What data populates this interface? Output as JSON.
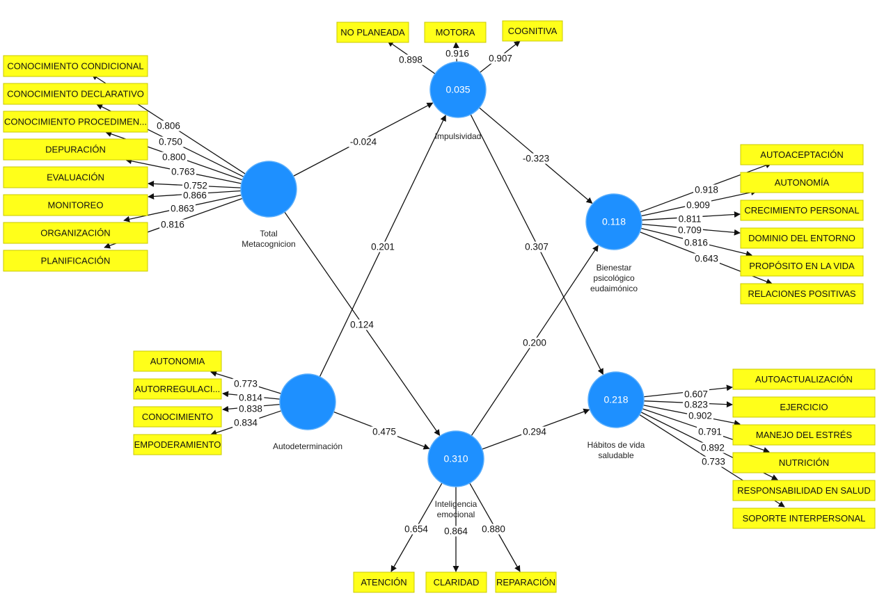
{
  "colors": {
    "latent": "#1e90ff",
    "latent_stroke": "#5aaefc",
    "indicator_fill": "#ffff1a",
    "indicator_stroke": "#c8c800",
    "line": "#111111",
    "background": "#ffffff"
  },
  "latents": [
    {
      "id": "tm",
      "name_lines": [
        "Total",
        "Metacognicion"
      ],
      "r2": ""
    },
    {
      "id": "imp",
      "name_lines": [
        "Impulsividad"
      ],
      "r2": "0.035"
    },
    {
      "id": "bp",
      "name_lines": [
        "Bienestar",
        "psicológico",
        "eudaimónico"
      ],
      "r2": "0.118"
    },
    {
      "id": "ad",
      "name_lines": [
        "Autodeterminación"
      ],
      "r2": ""
    },
    {
      "id": "ie",
      "name_lines": [
        "Inteligencia",
        "emocional"
      ],
      "r2": "0.310"
    },
    {
      "id": "hv",
      "name_lines": [
        "Hábitos de vida",
        "saludable"
      ],
      "r2": "0.218"
    }
  ],
  "indicators": [
    {
      "id": "cc",
      "latent": "tm",
      "label": "CONOCIMIENTO CONDICIONAL",
      "loading": "0.806"
    },
    {
      "id": "cd",
      "latent": "tm",
      "label": "CONOCIMIENTO DECLARATIVO",
      "loading": "0.750"
    },
    {
      "id": "cp",
      "latent": "tm",
      "label": "CONOCIMIENTO PROCEDIMEN...",
      "loading": "0.800"
    },
    {
      "id": "dep",
      "latent": "tm",
      "label": "DEPURACIÓN",
      "loading": "0.763"
    },
    {
      "id": "eva",
      "latent": "tm",
      "label": "EVALUACIÓN",
      "loading": "0.752"
    },
    {
      "id": "mon",
      "latent": "tm",
      "label": "MONITOREO",
      "loading": "0.866"
    },
    {
      "id": "org",
      "latent": "tm",
      "label": "ORGANIZACIÓN",
      "loading": "0.863"
    },
    {
      "id": "pla",
      "latent": "tm",
      "label": "PLANIFICACIÓN",
      "loading": "0.816"
    },
    {
      "id": "np",
      "latent": "imp",
      "label": "NO  PLANEADA",
      "loading": "0.898"
    },
    {
      "id": "mot",
      "latent": "imp",
      "label": "MOTORA",
      "loading": "0.916"
    },
    {
      "id": "cog",
      "latent": "imp",
      "label": "COGNITIVA",
      "loading": "0.907"
    },
    {
      "id": "aa",
      "latent": "bp",
      "label": "AUTOACEPTACIÓN",
      "loading": "0.918"
    },
    {
      "id": "aut",
      "latent": "bp",
      "label": "AUTONOMÍA",
      "loading": "0.909"
    },
    {
      "id": "crp",
      "latent": "bp",
      "label": "CRECIMIENTO PERSONAL",
      "loading": "0.811"
    },
    {
      "id": "dde",
      "latent": "bp",
      "label": "DOMINIO DEL ENTORNO",
      "loading": "0.709"
    },
    {
      "id": "pev",
      "latent": "bp",
      "label": "PROPÓSITO EN LA VIDA",
      "loading": "0.816"
    },
    {
      "id": "rp",
      "latent": "bp",
      "label": "RELACIONES POSITIVAS",
      "loading": "0.643"
    },
    {
      "id": "au2",
      "latent": "ad",
      "label": "AUTONOMIA",
      "loading": "0.773"
    },
    {
      "id": "arg",
      "latent": "ad",
      "label": "AUTORREGULACI...",
      "loading": "0.814"
    },
    {
      "id": "con",
      "latent": "ad",
      "label": "CONOCIMIENTO",
      "loading": "0.838"
    },
    {
      "id": "emp",
      "latent": "ad",
      "label": "EMPODERAMIENTO",
      "loading": "0.834"
    },
    {
      "id": "ate",
      "latent": "ie",
      "label": "ATENCIÓN",
      "loading": "0.654"
    },
    {
      "id": "cla",
      "latent": "ie",
      "label": "CLARIDAD",
      "loading": "0.864"
    },
    {
      "id": "rep",
      "latent": "ie",
      "label": "REPARACIÓN",
      "loading": "0.880"
    },
    {
      "id": "aac",
      "latent": "hv",
      "label": "AUTOACTUALIZACIÓN",
      "loading": "0.607"
    },
    {
      "id": "eje",
      "latent": "hv",
      "label": "EJERCICIO",
      "loading": "0.823"
    },
    {
      "id": "mde",
      "latent": "hv",
      "label": "MANEJO DEL ESTRÉS",
      "loading": "0.902"
    },
    {
      "id": "nut",
      "latent": "hv",
      "label": "NUTRICIÓN",
      "loading": "0.791"
    },
    {
      "id": "res",
      "latent": "hv",
      "label": "RESPONSABILIDAD EN SALUD",
      "loading": "0.892"
    },
    {
      "id": "sop",
      "latent": "hv",
      "label": "SOPORTE INTERPERSONAL",
      "loading": "0.733"
    }
  ],
  "paths": [
    {
      "from": "tm",
      "to": "imp",
      "coef": "-0.024"
    },
    {
      "from": "tm",
      "to": "ie",
      "coef": "0.124"
    },
    {
      "from": "ad",
      "to": "imp",
      "coef": "0.201"
    },
    {
      "from": "ad",
      "to": "ie",
      "coef": "0.475"
    },
    {
      "from": "imp",
      "to": "bp",
      "coef": "-0.323"
    },
    {
      "from": "imp",
      "to": "hv",
      "coef": "0.307"
    },
    {
      "from": "ie",
      "to": "bp",
      "coef": "0.200"
    },
    {
      "from": "ie",
      "to": "hv",
      "coef": "0.294"
    }
  ]
}
